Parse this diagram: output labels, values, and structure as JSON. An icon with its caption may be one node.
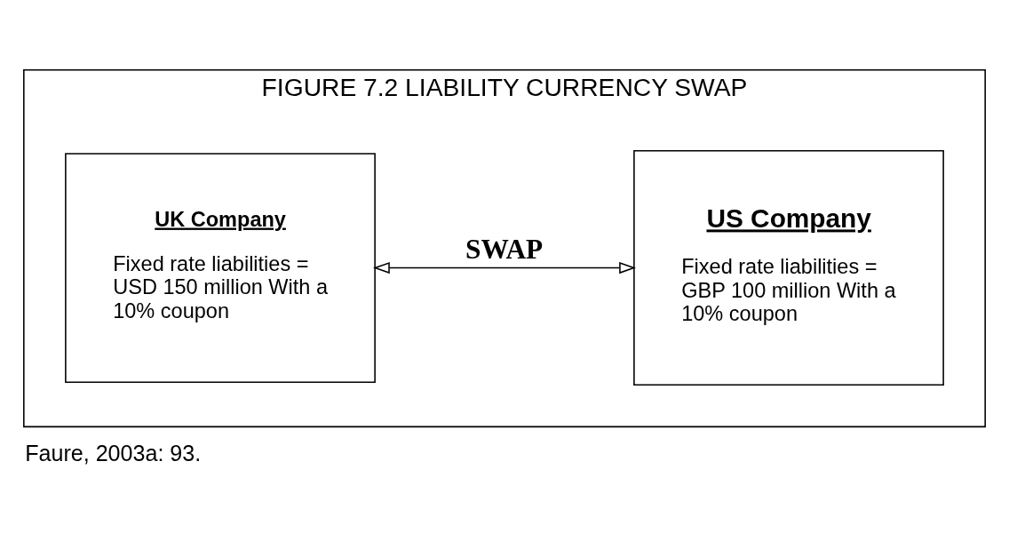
{
  "diagram": {
    "caption": "Faure, 2003a: 93.",
    "nodes": [
      {
        "text": [
          "FIGURE 7.2 LIABILITY CURRENCY SWAP"
        ]
      },
      {
        "text": [
          "UK Company",
          "Fixed rate liabilities = USD 150 million With a 10% coupon"
        ],
        "in": 0
      },
      {
        "text": [
          "US Company",
          "Fixed rate liabilities = GBP 100 million With a 10% coupon"
        ],
        "in": 0
      }
    ],
    "edges": [
      {
        "from": 1,
        "to": 2,
        "arrow": "both",
        "label": "SWAP"
      }
    ]
  }
}
